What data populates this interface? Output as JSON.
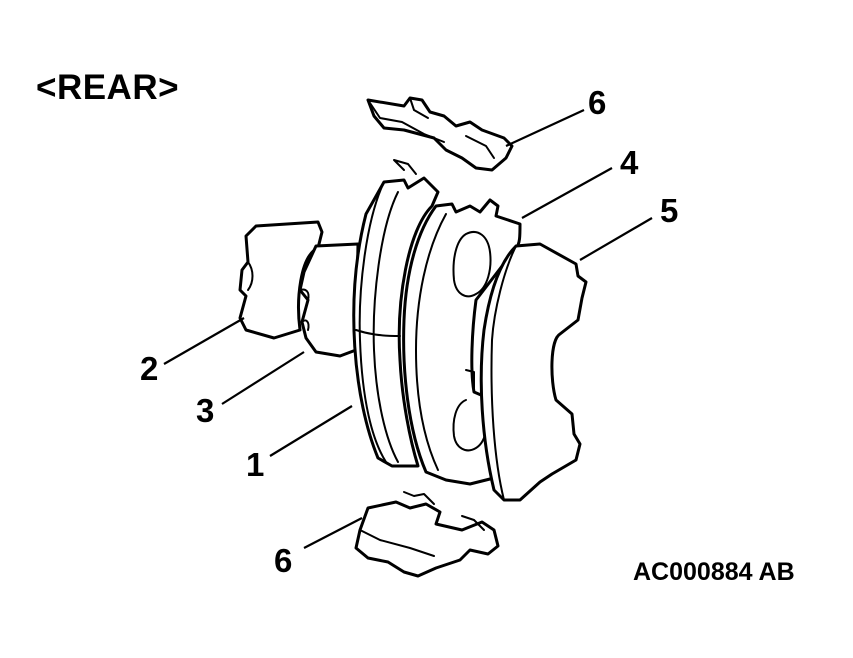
{
  "view_label": "<REAR>",
  "callouts": [
    {
      "id": "top-clip",
      "label": "6"
    },
    {
      "id": "pad-outer",
      "label": "4"
    },
    {
      "id": "pad-front",
      "label": "5"
    },
    {
      "id": "shim-outer",
      "label": "2"
    },
    {
      "id": "shim-inner",
      "label": "3"
    },
    {
      "id": "pad-inner",
      "label": "1"
    },
    {
      "id": "bottom-clip",
      "label": "6"
    }
  ],
  "figure_id": "AC000884 AB"
}
